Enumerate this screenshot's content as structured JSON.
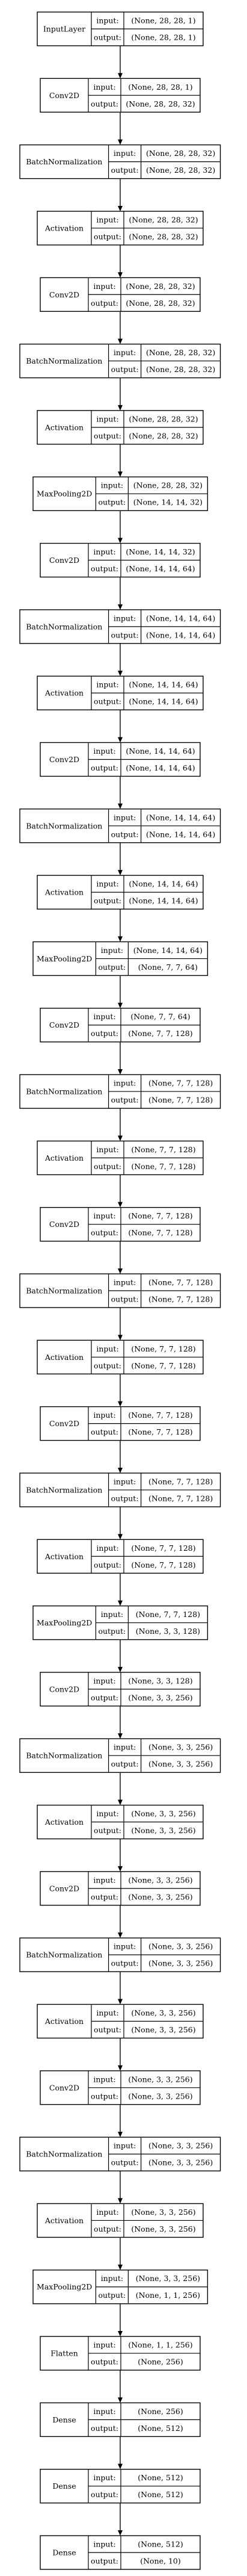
{
  "labels": {
    "input": "input:",
    "output": "output:"
  },
  "layers": [
    {
      "name": "InputLayer",
      "input": "(None, 28, 28, 1)",
      "output": "(None, 28, 28, 1)"
    },
    {
      "name": "Conv2D",
      "input": "(None, 28, 28, 1)",
      "output": "(None, 28, 28, 32)"
    },
    {
      "name": "BatchNormalization",
      "input": "(None, 28, 28, 32)",
      "output": "(None, 28, 28, 32)"
    },
    {
      "name": "Activation",
      "input": "(None, 28, 28, 32)",
      "output": "(None, 28, 28, 32)"
    },
    {
      "name": "Conv2D",
      "input": "(None, 28, 28, 32)",
      "output": "(None, 28, 28, 32)"
    },
    {
      "name": "BatchNormalization",
      "input": "(None, 28, 28, 32)",
      "output": "(None, 28, 28, 32)"
    },
    {
      "name": "Activation",
      "input": "(None, 28, 28, 32)",
      "output": "(None, 28, 28, 32)"
    },
    {
      "name": "MaxPooling2D",
      "input": "(None, 28, 28, 32)",
      "output": "(None, 14, 14, 32)"
    },
    {
      "name": "Conv2D",
      "input": "(None, 14, 14, 32)",
      "output": "(None, 14, 14, 64)"
    },
    {
      "name": "BatchNormalization",
      "input": "(None, 14, 14, 64)",
      "output": "(None, 14, 14, 64)"
    },
    {
      "name": "Activation",
      "input": "(None, 14, 14, 64)",
      "output": "(None, 14, 14, 64)"
    },
    {
      "name": "Conv2D",
      "input": "(None, 14, 14, 64)",
      "output": "(None, 14, 14, 64)"
    },
    {
      "name": "BatchNormalization",
      "input": "(None, 14, 14, 64)",
      "output": "(None, 14, 14, 64)"
    },
    {
      "name": "Activation",
      "input": "(None, 14, 14, 64)",
      "output": "(None, 14, 14, 64)"
    },
    {
      "name": "MaxPooling2D",
      "input": "(None, 14, 14, 64)",
      "output": "(None, 7, 7, 64)"
    },
    {
      "name": "Conv2D",
      "input": "(None, 7, 7, 64)",
      "output": "(None, 7, 7, 128)"
    },
    {
      "name": "BatchNormalization",
      "input": "(None, 7, 7, 128)",
      "output": "(None, 7, 7, 128)"
    },
    {
      "name": "Activation",
      "input": "(None, 7, 7, 128)",
      "output": "(None, 7, 7, 128)"
    },
    {
      "name": "Conv2D",
      "input": "(None, 7, 7, 128)",
      "output": "(None, 7, 7, 128)"
    },
    {
      "name": "BatchNormalization",
      "input": "(None, 7, 7, 128)",
      "output": "(None, 7, 7, 128)"
    },
    {
      "name": "Activation",
      "input": "(None, 7, 7, 128)",
      "output": "(None, 7, 7, 128)"
    },
    {
      "name": "Conv2D",
      "input": "(None, 7, 7, 128)",
      "output": "(None, 7, 7, 128)"
    },
    {
      "name": "BatchNormalization",
      "input": "(None, 7, 7, 128)",
      "output": "(None, 7, 7, 128)"
    },
    {
      "name": "Activation",
      "input": "(None, 7, 7, 128)",
      "output": "(None, 7, 7, 128)"
    },
    {
      "name": "MaxPooling2D",
      "input": "(None, 7, 7, 128)",
      "output": "(None, 3, 3, 128)"
    },
    {
      "name": "Conv2D",
      "input": "(None, 3, 3, 128)",
      "output": "(None, 3, 3, 256)"
    },
    {
      "name": "BatchNormalization",
      "input": "(None, 3, 3, 256)",
      "output": "(None, 3, 3, 256)"
    },
    {
      "name": "Activation",
      "input": "(None, 3, 3, 256)",
      "output": "(None, 3, 3, 256)"
    },
    {
      "name": "Conv2D",
      "input": "(None, 3, 3, 256)",
      "output": "(None, 3, 3, 256)"
    },
    {
      "name": "BatchNormalization",
      "input": "(None, 3, 3, 256)",
      "output": "(None, 3, 3, 256)"
    },
    {
      "name": "Activation",
      "input": "(None, 3, 3, 256)",
      "output": "(None, 3, 3, 256)"
    },
    {
      "name": "Conv2D",
      "input": "(None, 3, 3, 256)",
      "output": "(None, 3, 3, 256)"
    },
    {
      "name": "BatchNormalization",
      "input": "(None, 3, 3, 256)",
      "output": "(None, 3, 3, 256)"
    },
    {
      "name": "Activation",
      "input": "(None, 3, 3, 256)",
      "output": "(None, 3, 3, 256)"
    },
    {
      "name": "MaxPooling2D",
      "input": "(None, 3, 3, 256)",
      "output": "(None, 1, 1, 256)"
    },
    {
      "name": "Flatten",
      "input": "(None, 1, 1, 256)",
      "output": "(None, 256)"
    },
    {
      "name": "Dense",
      "input": "(None, 256)",
      "output": "(None, 512)"
    },
    {
      "name": "Dense",
      "input": "(None, 512)",
      "output": "(None, 512)"
    },
    {
      "name": "Dense",
      "input": "(None, 512)",
      "output": "(None, 10)"
    }
  ]
}
